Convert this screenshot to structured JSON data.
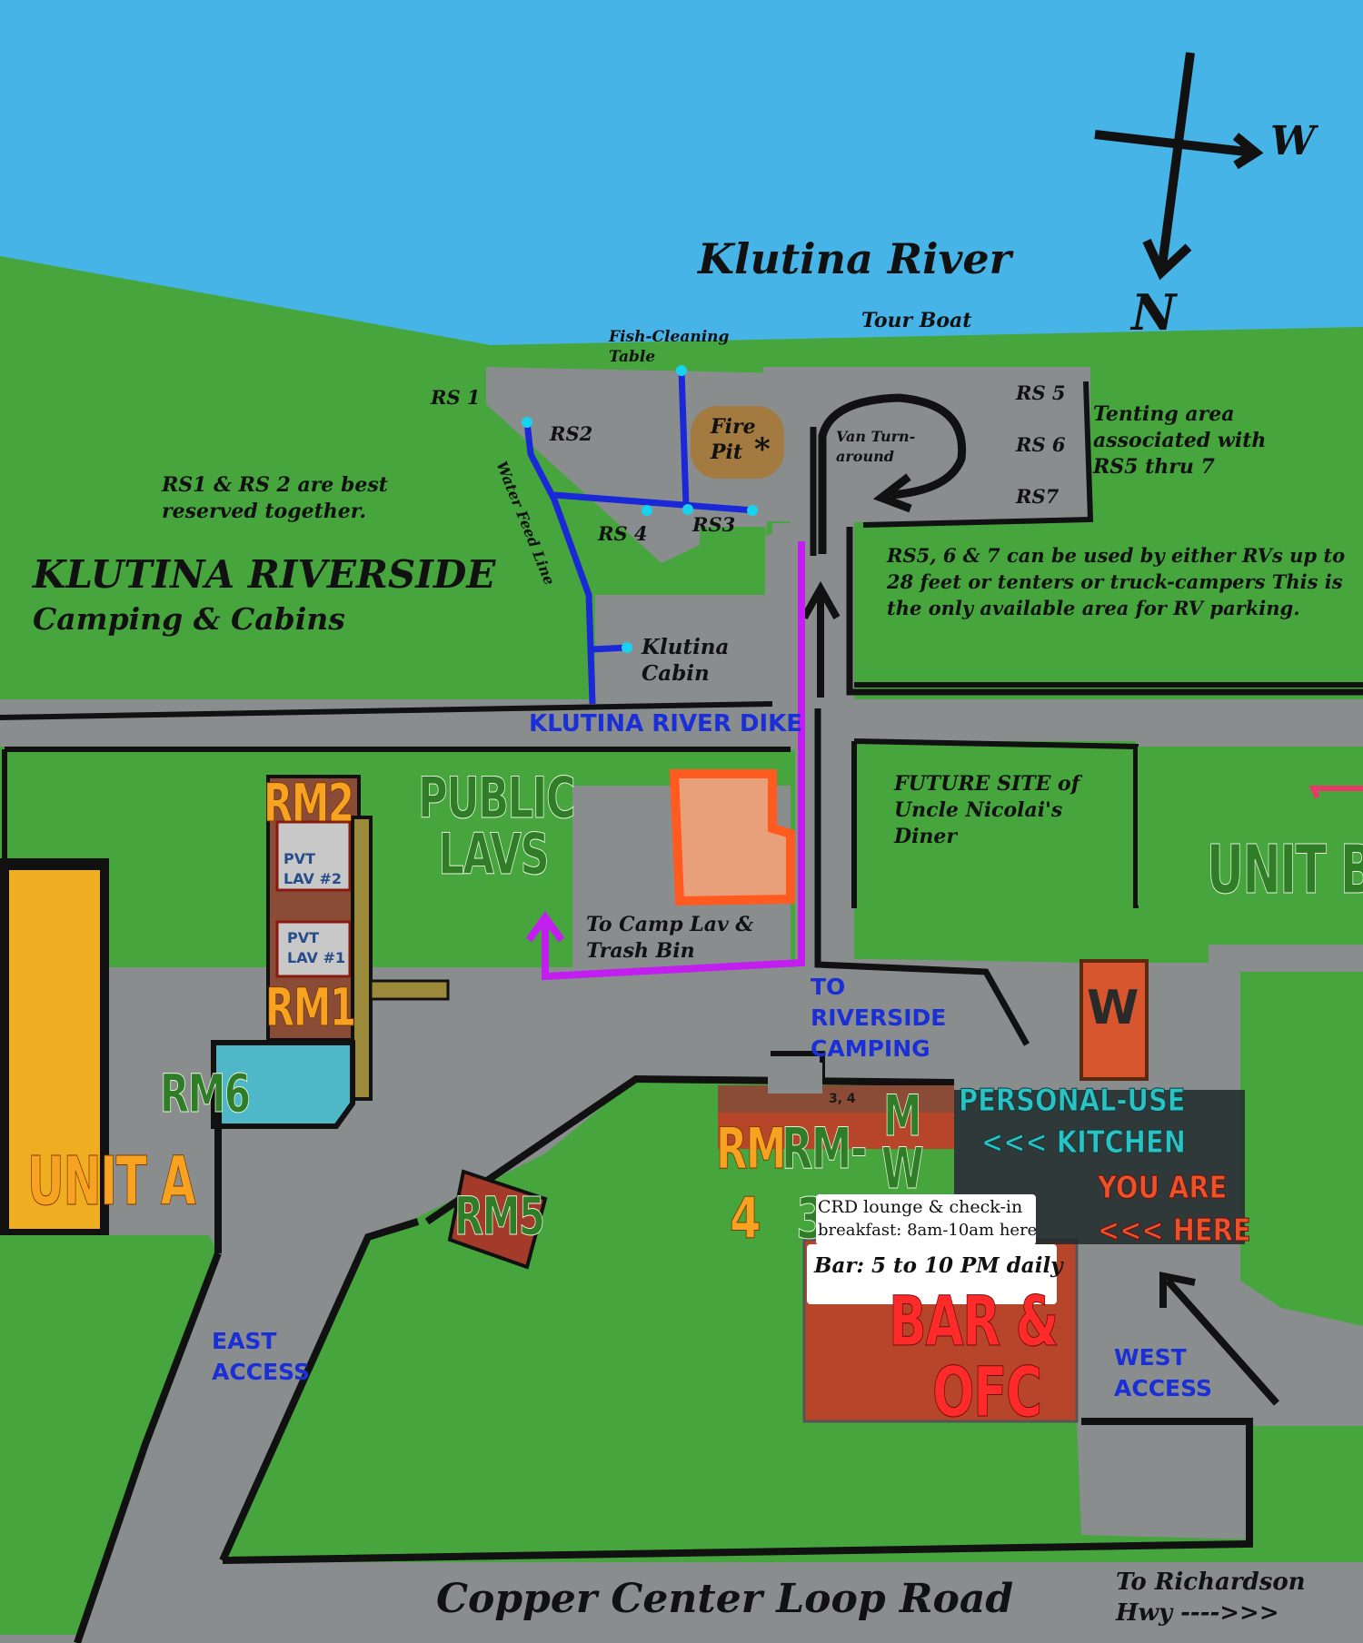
{
  "water": {
    "river_name": "Klutina River",
    "tour_boat": "Tour Boat"
  },
  "compass": {
    "west": "W",
    "north": "N"
  },
  "title": {
    "main": "KLUTINA RIVERSIDE",
    "sub": "Camping & Cabins"
  },
  "sites": {
    "fish_cleaning": "Fish-Cleaning Table",
    "rs1": "RS 1",
    "rs2": "RS2",
    "rs3": "RS3",
    "rs4": "RS 4",
    "rs5": "RS 5",
    "rs6": "RS 6",
    "rs7": "RS7",
    "fire_pit": "Fire Pit",
    "fire_pit_mark": "*",
    "van_turnaround": "Van Turn-around",
    "water_feed": "Water Feed Line",
    "klutina_cabin": "Klutina Cabin"
  },
  "notes": {
    "rs1_rs2": "RS1 & RS 2 are best reserved together.",
    "tenting": "Tenting area associated with RS5 thru 7",
    "rs567": "RS5, 6 & 7 can be used by either RVs up to 28 feet or tenters or truck-campers This is the only available area for RV parking.",
    "future_site": "FUTURE SITE of Uncle Nicolai's Diner",
    "camp_lav": "To Camp Lav & Trash Bin"
  },
  "labels": {
    "dike": "KLUTINA RIVER DIKE",
    "to_riverside": "TO RIVERSIDE CAMPING",
    "east_access": "EAST ACCESS",
    "west_access": "WEST ACCESS",
    "loop_road": "Copper Center Loop Road",
    "to_richardson": "To Richardson Hwy ---->>>"
  },
  "buildings": {
    "rm2": "RM2",
    "rm1": "RM1",
    "rm6": "RM6",
    "rm5": "RM5",
    "rm4": "RM",
    "rm4_num": "4",
    "rm3": "RM-",
    "rm3_num": "3",
    "rm34_sign": "3, 4",
    "pvt_lav2": "PVT LAV #2",
    "pvt_lav1": "PVT LAV #1",
    "public_lavs": "PUBLIC LAVS",
    "mw_lavs": "M W LAVS",
    "unit_a": "UNIT A",
    "unit_b": "UNIT B",
    "w_building": "W",
    "kitchen_top": "PERSONAL-USE",
    "kitchen": "<<< KITCHEN",
    "you_are": "YOU ARE",
    "here": "<<< HERE",
    "lounge_line1": "CRD lounge & check-in",
    "lounge_line2": "breakfast: 8am-10am  here",
    "bar_hours": "Bar: 5 to 10 PM daily",
    "bar_ofc_1": "BAR &",
    "bar_ofc_2": "OFC"
  },
  "colors": {
    "sky": "#46b4e6",
    "grass": "#46a53d",
    "road": "#8a8d8e",
    "water_line": "#1b28d8",
    "path": "#c21ef0",
    "unit_a": "#efad22",
    "bar": "#b6452a",
    "orange_lot": "#ff5a1f"
  }
}
